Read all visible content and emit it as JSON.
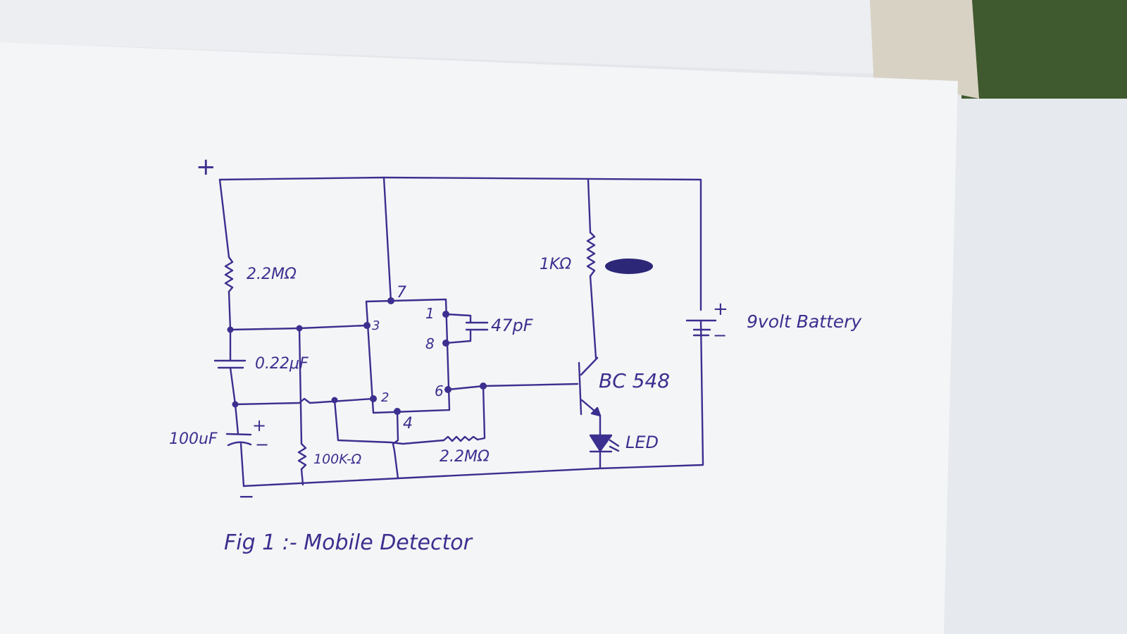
{
  "labels": {
    "plus_top": "+",
    "minus_bottom": "−",
    "r1": "2.2MΩ",
    "c1": "0.22μF",
    "c2": "100uF",
    "cap_plus": "+",
    "cap_minus": "−",
    "r2": "100K-Ω",
    "r3": "2.2MΩ",
    "r4": "1KΩ",
    "c3": "47pF",
    "transistor": "BC 548",
    "led": "LED",
    "battery": "9volt Battery",
    "bat_plus": "+",
    "bat_minus": "−",
    "pin_7": "7",
    "pin_3": "3",
    "pin_1": "1",
    "pin_8": "8",
    "pin_6": "6",
    "pin_2": "2",
    "pin_4": "4"
  },
  "caption": "Fig 1 :- Mobile Detector",
  "colors": {
    "ink": "#3b2f8f",
    "paper": "#f4f5f7",
    "background": "#e3e6ea",
    "green_corner": "#3f5a2e",
    "blot": "#2d2778"
  }
}
